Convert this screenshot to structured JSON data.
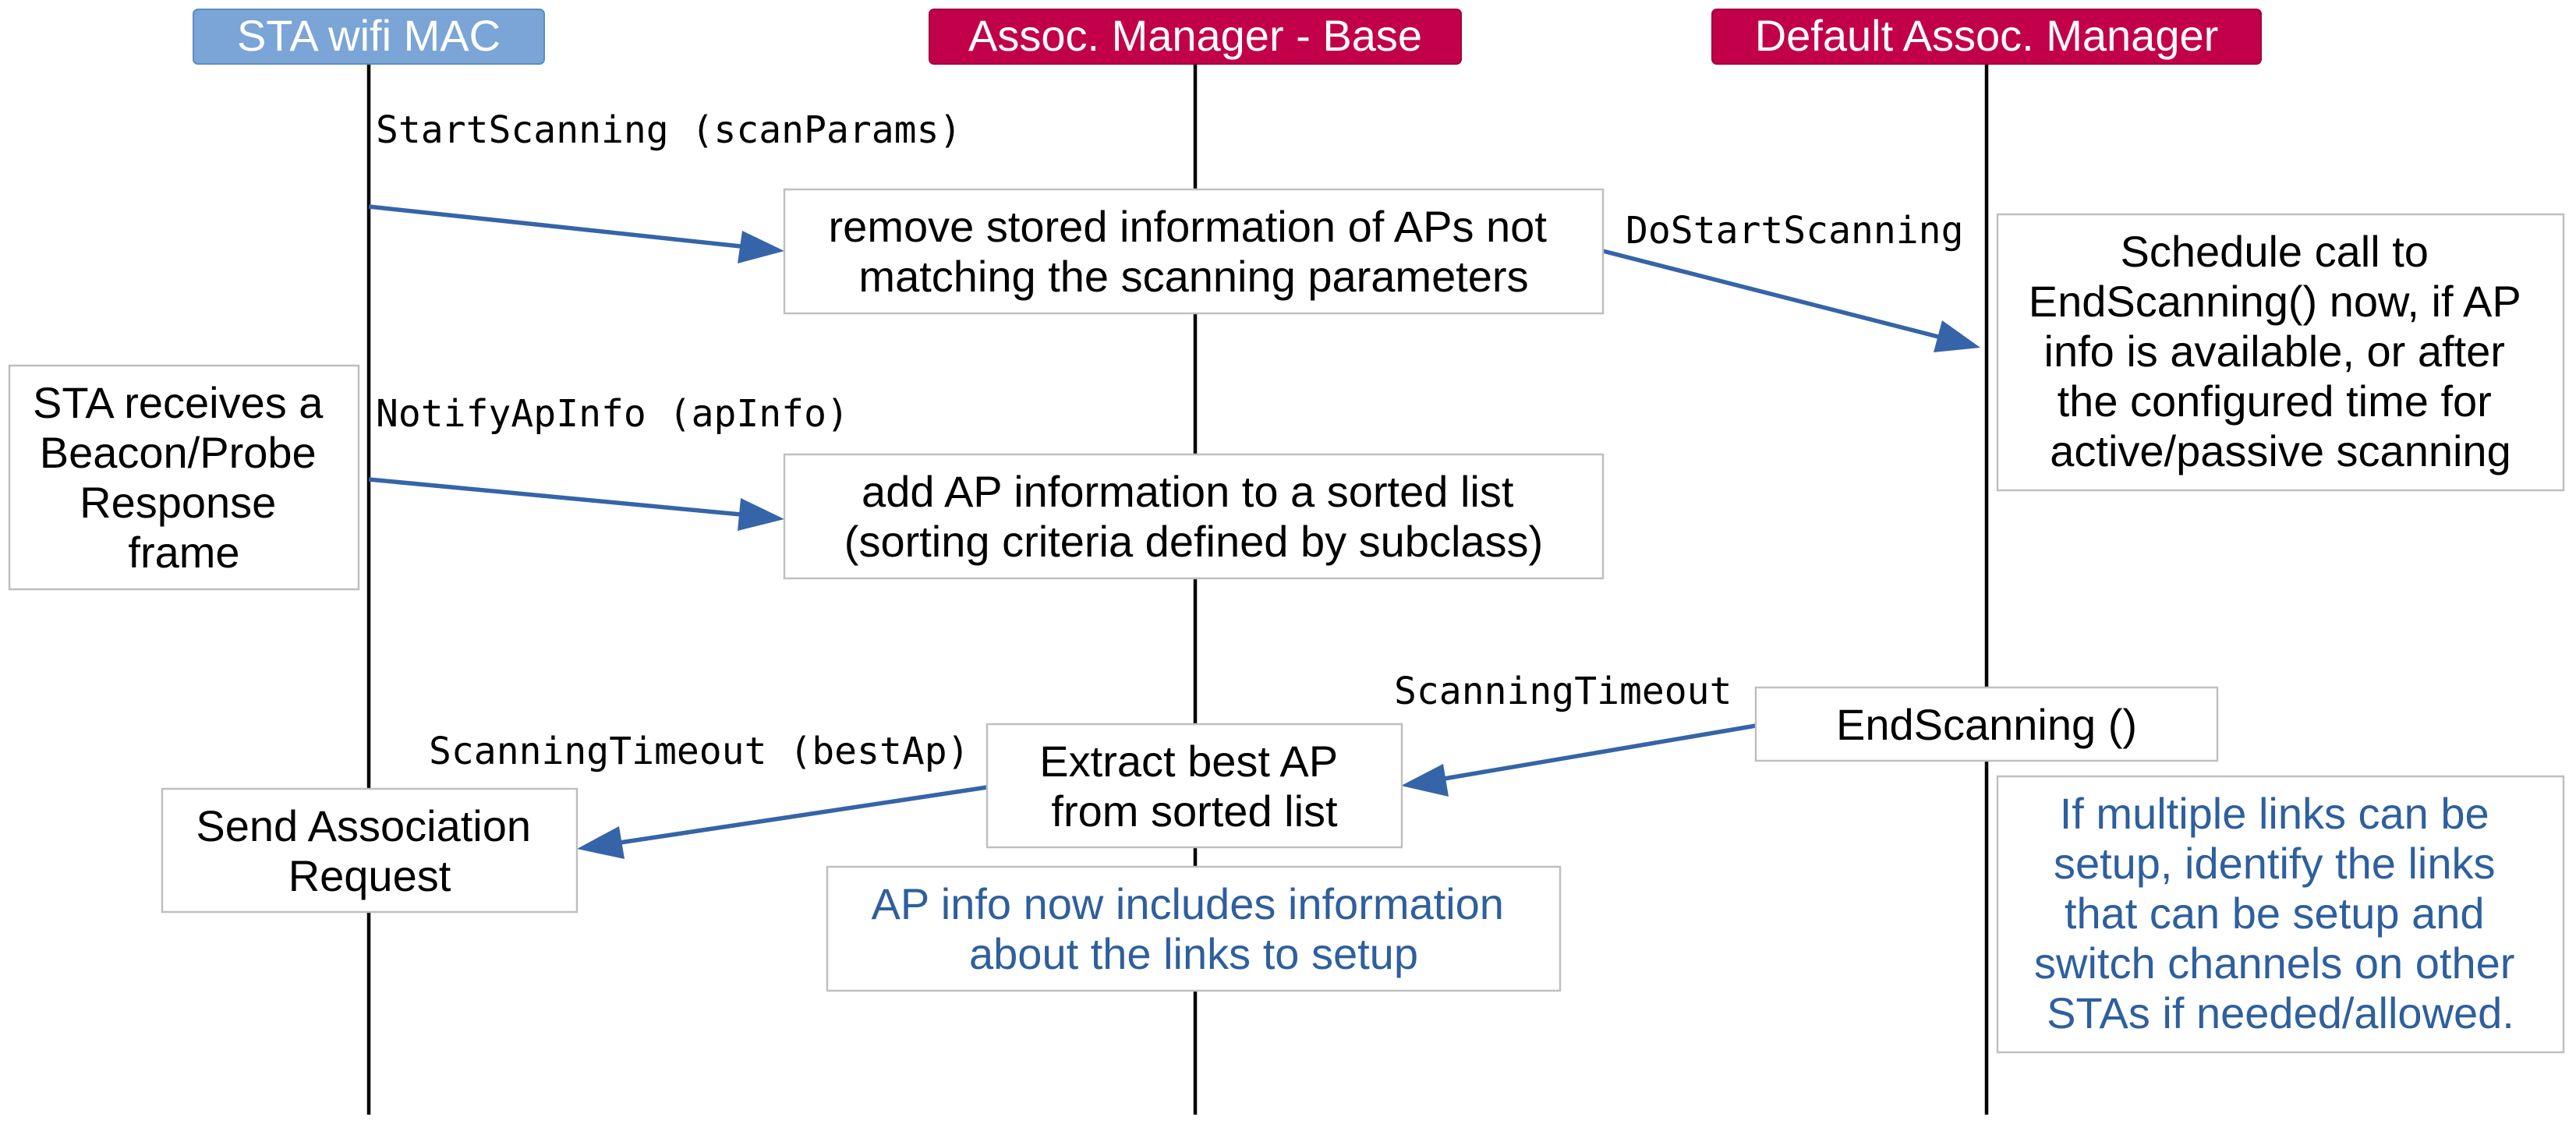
{
  "colors": {
    "sta_header": "#7aa5d6",
    "manager_header": "#c2004a",
    "arrow": "#3564a8",
    "note_text": "#2e5f9e"
  },
  "lifelines": {
    "sta": "STA wifi MAC",
    "base": "Assoc. Manager - Base",
    "default": "Default Assoc. Manager"
  },
  "messages": {
    "start_scanning": "StartScanning (scanParams)",
    "do_start_scanning": "DoStartScanning",
    "notify_ap_info": "NotifyApInfo (apInfo)",
    "scanning_timeout": "ScanningTimeout",
    "scanning_timeout_best_ap": "ScanningTimeout (bestAp)"
  },
  "boxes": {
    "remove_stored": [
      "remove stored information of APs not",
      "matching the scanning parameters"
    ],
    "schedule_call": [
      "Schedule call to",
      "EndScanning() now, if AP",
      "info is available, or after",
      "the configured time for",
      "active/passive scanning"
    ],
    "sta_receives": [
      "STA receives a",
      "Beacon/Probe",
      "Response",
      "frame"
    ],
    "add_ap_info": [
      "add AP information to a sorted list",
      "(sorting criteria defined by subclass)"
    ],
    "end_scanning": [
      "EndScanning ()"
    ],
    "extract_best": [
      "Extract best AP",
      "from sorted list"
    ],
    "send_assoc": [
      "Send Association",
      "Request"
    ]
  },
  "notes": {
    "ap_info_links": [
      "AP info now includes information",
      "about the links to setup"
    ],
    "multiple_links": [
      "If multiple links can be",
      "setup, identify the links",
      "that can be setup and",
      "switch channels on other",
      "STAs if needed/allowed."
    ]
  }
}
